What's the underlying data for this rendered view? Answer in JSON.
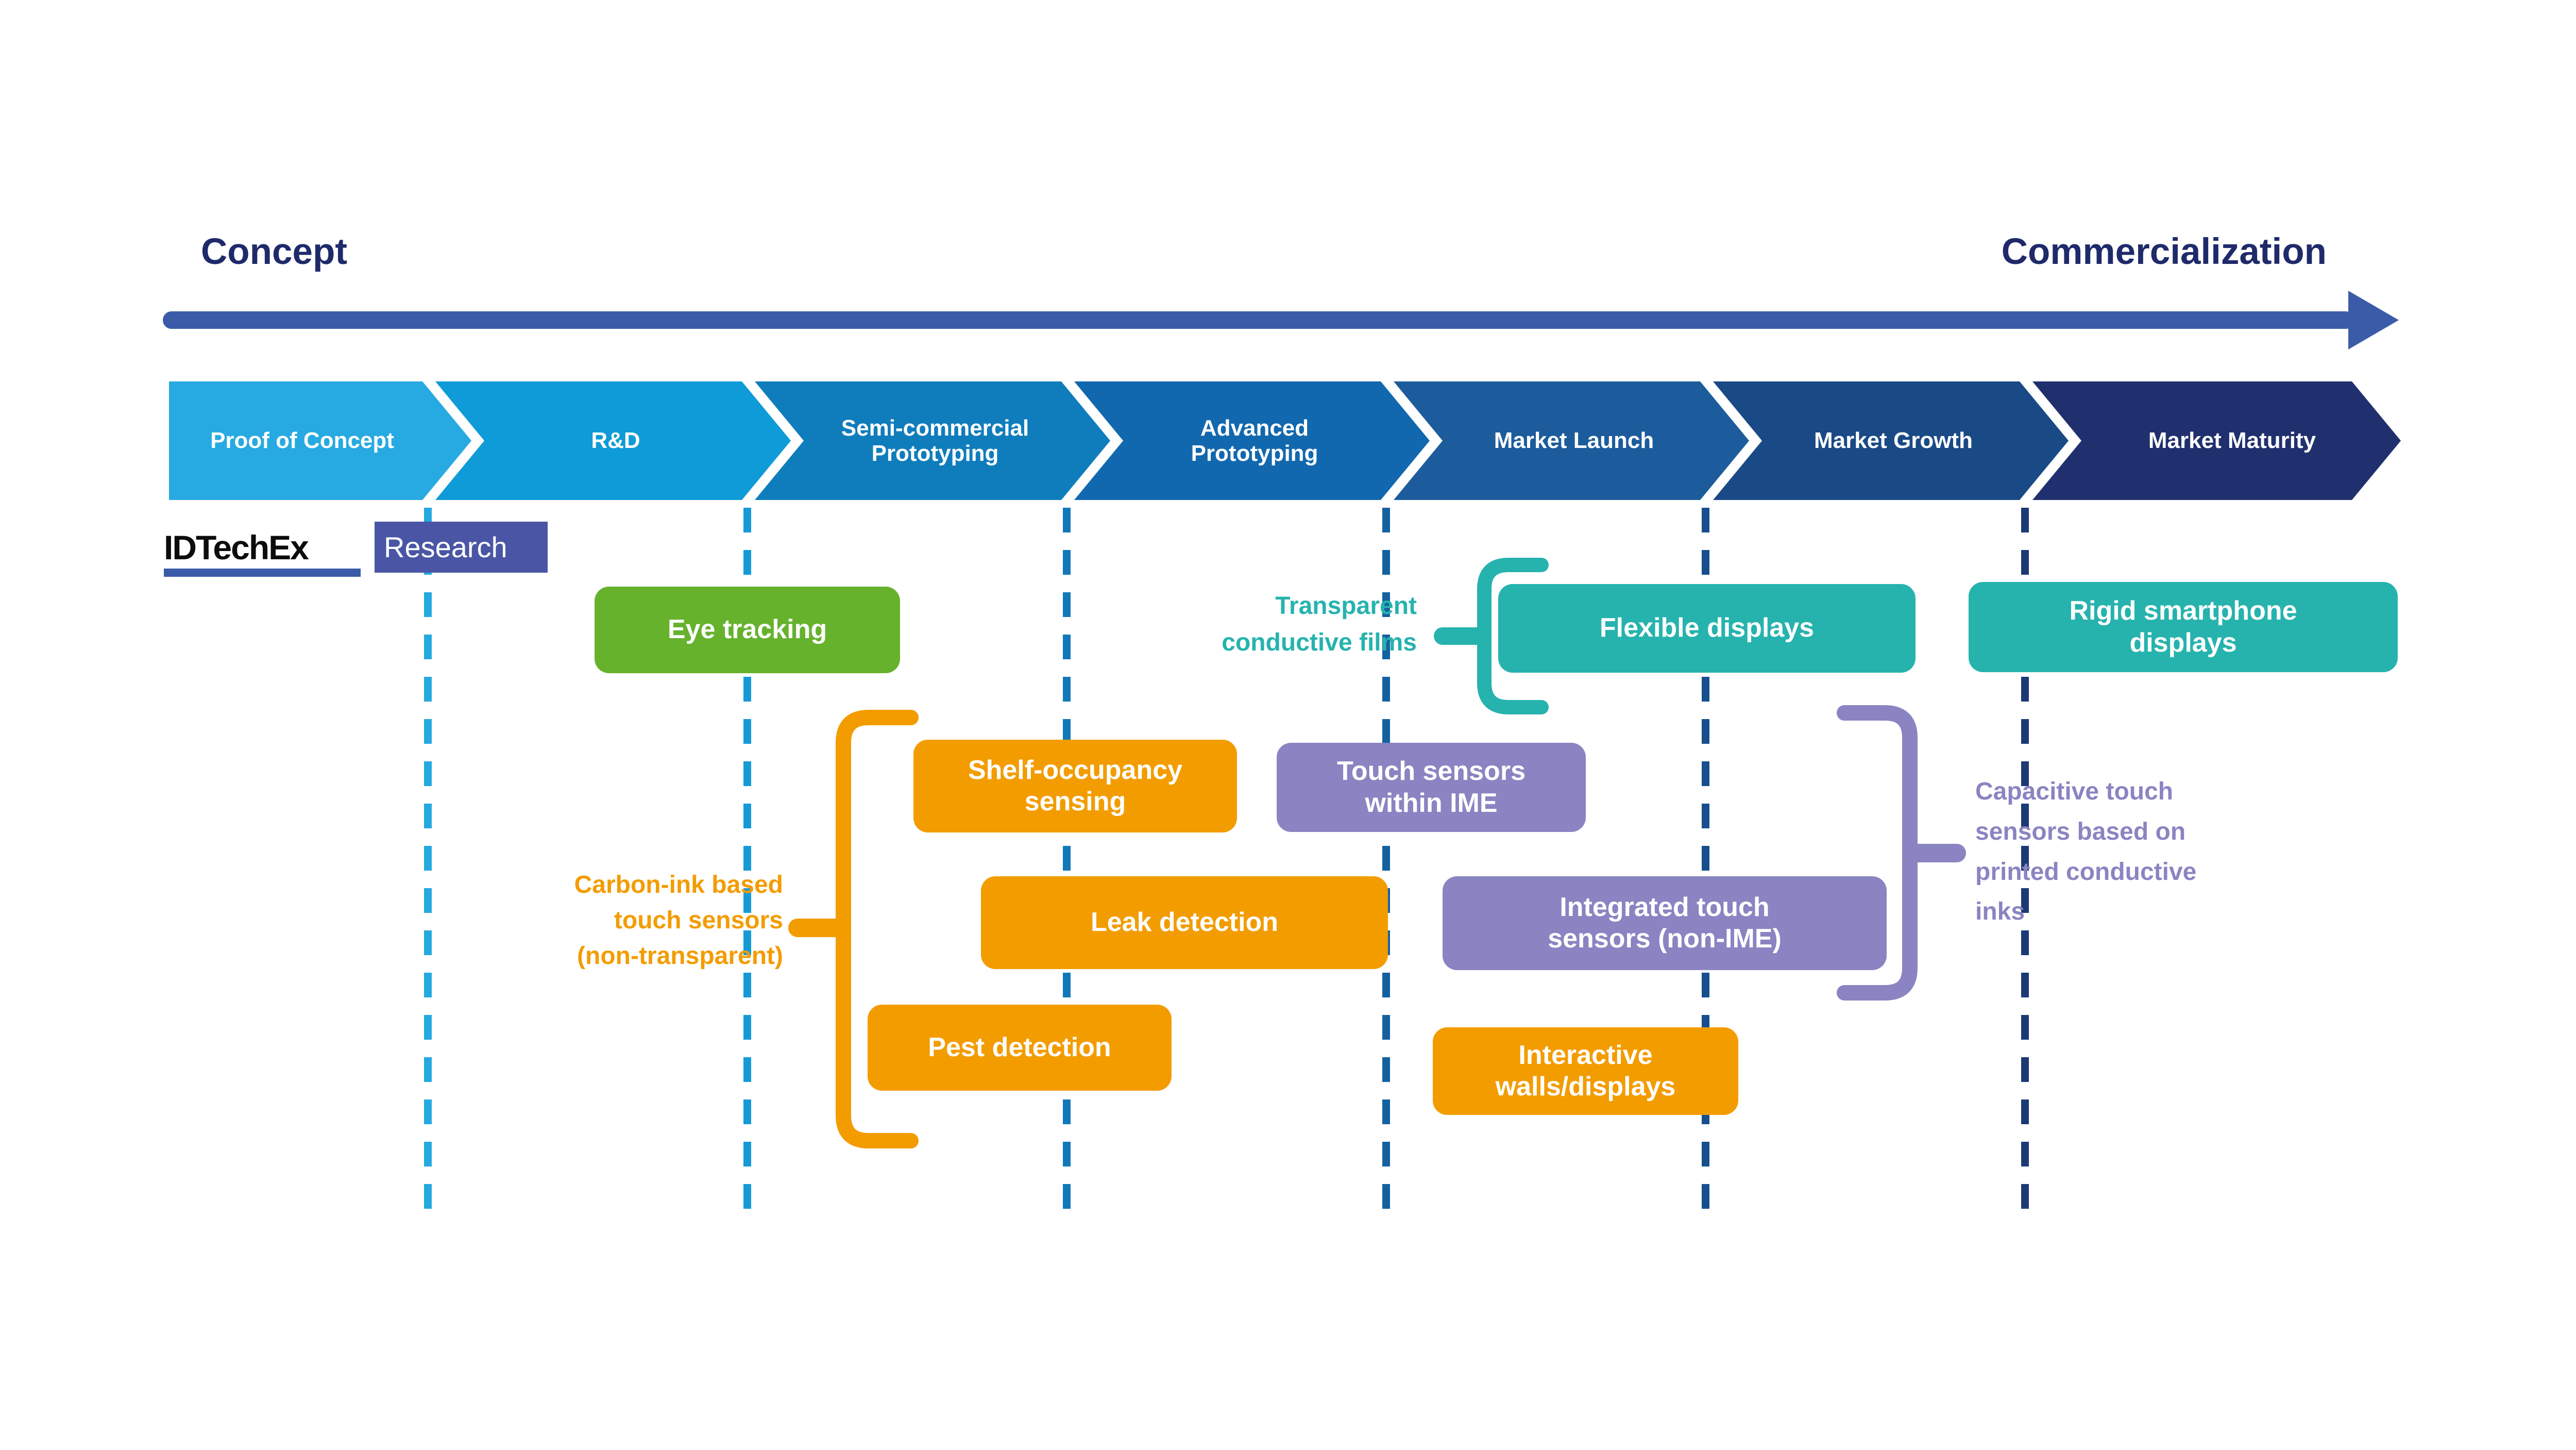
{
  "header": {
    "left_title": "Concept",
    "right_title": "Commercialization"
  },
  "logo": {
    "brand": "IDTechEx",
    "suffix": "Research"
  },
  "stages": [
    {
      "label": "Proof of Concept",
      "color": "#27AAE1"
    },
    {
      "label": "R&D",
      "color": "#0F9BD7"
    },
    {
      "label": "Semi-commercial\nPrototyping",
      "color": "#0F7DBC"
    },
    {
      "label": "Advanced\nPrototyping",
      "color": "#1268AE"
    },
    {
      "label": "Market Launch",
      "color": "#1C5C9D"
    },
    {
      "label": "Market Growth",
      "color": "#1A4A86"
    },
    {
      "label": "Market Maturity",
      "color": "#20306E"
    }
  ],
  "dividers": [
    {
      "color": "#25A9E0"
    },
    {
      "color": "#169AD7"
    },
    {
      "color": "#1278B8"
    },
    {
      "color": "#15619F"
    },
    {
      "color": "#174F8B"
    },
    {
      "color": "#1C3A74"
    }
  ],
  "palette": {
    "navy_text": "#1E2A6A",
    "arrow_blue": "#3A5CA8",
    "green": "#66B22D",
    "teal": "#26B3AE",
    "orange": "#F39C00",
    "purple": "#8A84C2",
    "logo_research_bg": "#4A56A5",
    "logo_underline": "#3A5CA8"
  },
  "boxes": {
    "eye_tracking": {
      "label": "Eye tracking",
      "group": "green"
    },
    "flexible_displays": {
      "label": "Flexible displays",
      "group": "teal"
    },
    "rigid_smartphone_displays": {
      "label": "Rigid smartphone\ndisplays",
      "group": "teal"
    },
    "shelf_occupancy_sensing": {
      "label": "Shelf-occupancy\nsensing",
      "group": "orange"
    },
    "touch_sensors_within_ime": {
      "label": "Touch sensors\nwithin IME",
      "group": "purple"
    },
    "leak_detection": {
      "label": "Leak detection",
      "group": "orange"
    },
    "integrated_touch_sensors": {
      "label": "Integrated touch\nsensors (non-IME)",
      "group": "purple"
    },
    "pest_detection": {
      "label": "Pest detection",
      "group": "orange"
    },
    "interactive_walls_displays": {
      "label": "Interactive\nwalls/displays",
      "group": "orange"
    }
  },
  "annotations": {
    "transparent_conductive_films": {
      "label": "Transparent\nconductive films",
      "group": "teal"
    },
    "carbon_ink_touch_sensors": {
      "label": "Carbon-ink based\ntouch sensors\n(non-transparent)",
      "group": "orange"
    },
    "capacitive_touch_sensors": {
      "label": "Capacitive touch\nsensors based on\nprinted conductive\ninks",
      "group": "purple"
    }
  }
}
